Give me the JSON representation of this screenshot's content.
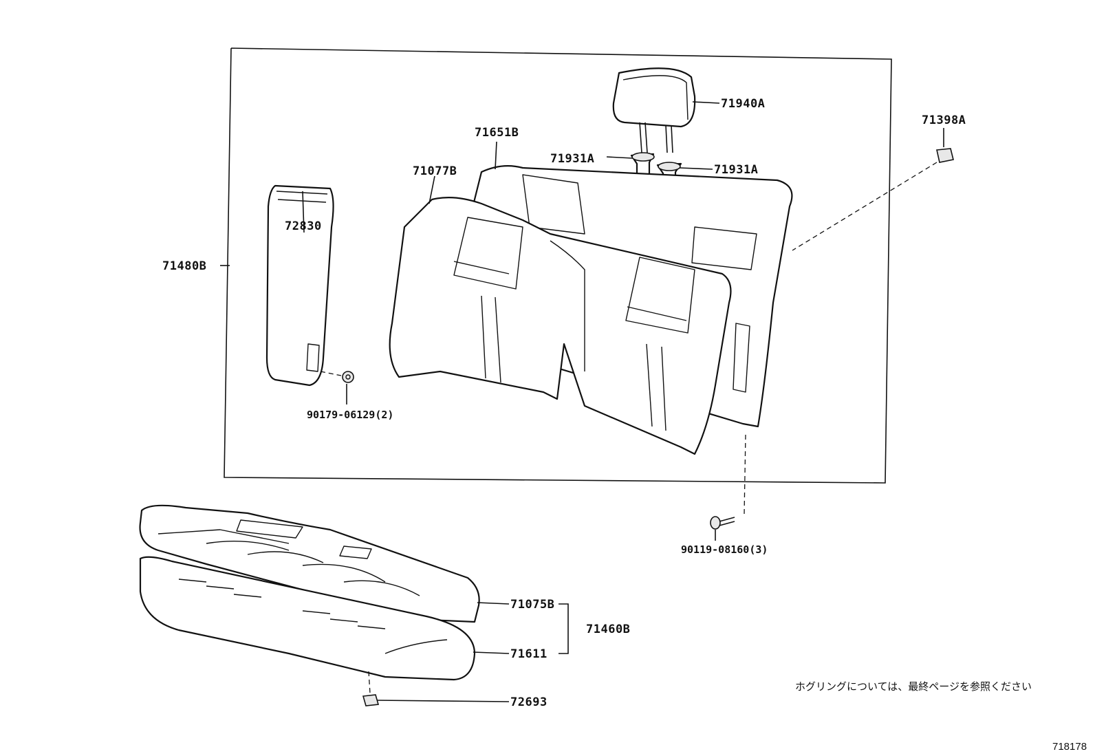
{
  "labels": {
    "headrest": "71940A",
    "cover_upper": "71651B",
    "back_assy": "71077B",
    "support_left": "71931A",
    "support_right": "71931A",
    "hog_ring_top": "71398A",
    "armrest": "72830",
    "back_frame": "71480B",
    "nut": "90179-06129(2)",
    "bolt": "90119-08160(3)",
    "cushion_cover": "71075B",
    "cushion_pad": "71611",
    "cushion_assy": "71460B",
    "clip": "72693"
  },
  "note": "ホグリングについては、最終ページを参照ください",
  "figure_number": "718178"
}
